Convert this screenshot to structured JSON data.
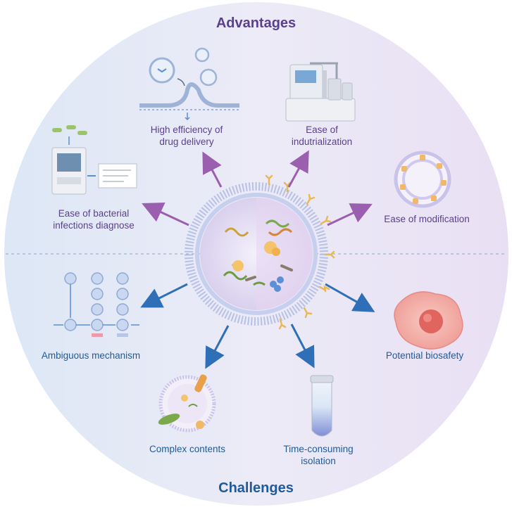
{
  "headings": {
    "top": "Advantages",
    "bottom": "Challenges"
  },
  "advantages": [
    {
      "line1": "High efficiency of",
      "line2": "drug delivery"
    },
    {
      "line1": "Ease of",
      "line2": "indutrialization"
    },
    {
      "line1": "Ease of bacterial",
      "line2": "infections diagnose"
    },
    {
      "line1": "Ease of modification",
      "line2": ""
    }
  ],
  "challenges": [
    {
      "line1": "Ambiguous mechanism",
      "line2": ""
    },
    {
      "line1": "Potential biosafety",
      "line2": ""
    },
    {
      "line1": "Complex contents",
      "line2": ""
    },
    {
      "line1": "Time-consuming",
      "line2": "isolation"
    }
  ],
  "colors": {
    "advantage_text": "#5a3f8e",
    "challenge_text": "#1f5a9a",
    "advantage_arrow": "#9b5fb0",
    "challenge_arrow": "#2f6fb8",
    "background_left": "#dce6f5",
    "background_right": "#e6dcf2"
  },
  "icons": {
    "center": "extracellular-vesicle-icon",
    "drug_delivery": "membrane-fusion-icon",
    "industrialization": "isolation-machine-icon",
    "bacterial_diagnosis": "diagnostic-analyzer-icon",
    "modification": "surface-modified-vesicle-icon",
    "mechanism": "signaling-pathway-icon",
    "biosafety": "cell-icon",
    "complex_contents": "vesicle-cargo-icon",
    "isolation": "centrifuge-tube-icon"
  }
}
